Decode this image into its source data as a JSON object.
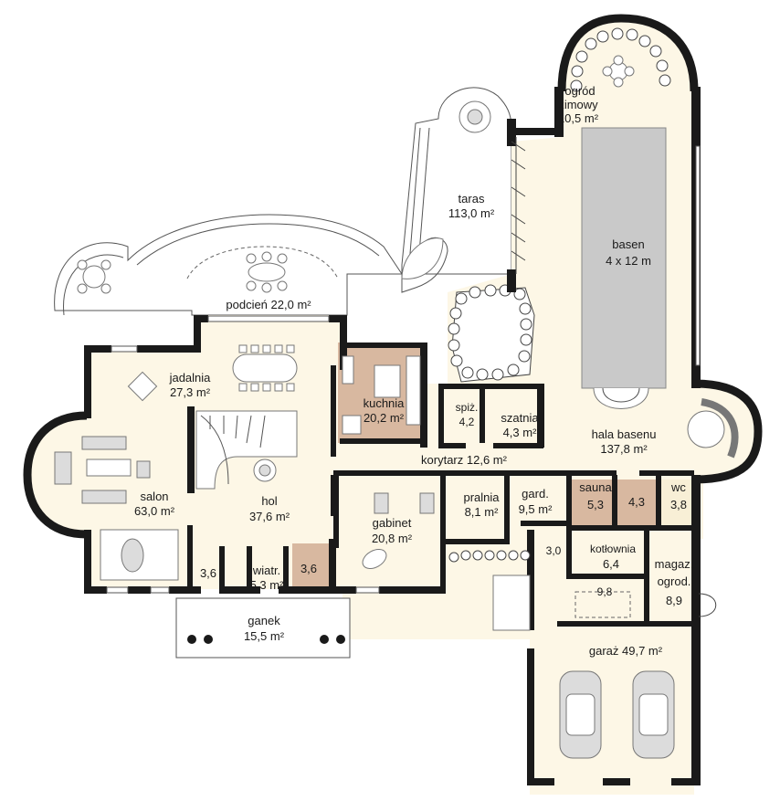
{
  "rooms": {
    "ogrod": {
      "line1": "ogród",
      "line2": "zimowy",
      "area": "10,5 m²"
    },
    "taras": {
      "name": "taras",
      "area": "113,0 m²"
    },
    "basen": {
      "name": "basen",
      "dims": "4 x 12 m"
    },
    "podcien": {
      "label": "podcień 22,0 m²"
    },
    "jadalnia": {
      "name": "jadalnia",
      "area": "27,3 m²"
    },
    "kuchnia": {
      "name": "kuchnia",
      "area": "20,2 m²"
    },
    "spiz": {
      "name": "spiż.",
      "area": "4,2"
    },
    "szatnia": {
      "name": "szatnia",
      "area": "4,3 m²"
    },
    "hala": {
      "name": "hala basenu",
      "area": "137,8 m²"
    },
    "korytarz": {
      "label": "korytarz 12,6 m²"
    },
    "salon": {
      "name": "salon",
      "area": "63,0 m²"
    },
    "hol": {
      "name": "hol",
      "area": "37,6 m²"
    },
    "pralnia": {
      "name": "pralnia",
      "area": "8,1 m²"
    },
    "gard": {
      "name": "gard.",
      "area": "9,5 m²"
    },
    "sauna": {
      "name": "sauna",
      "area": "5,3"
    },
    "shower": {
      "area": "4,3"
    },
    "wc": {
      "name": "wc",
      "area": "3,8"
    },
    "gabinet": {
      "name": "gabinet",
      "area": "20,8 m²"
    },
    "kotlownia": {
      "name": "kotłownia",
      "area": "6,4"
    },
    "magaz": {
      "line1": "magaz.",
      "line2": "ogrod.",
      "area": "8,9"
    },
    "small36a": {
      "area": "3,6"
    },
    "wiatr": {
      "name": "wiatr.",
      "area": "5,3 m²"
    },
    "small36b": {
      "area": "3,6"
    },
    "small30": {
      "area": "3,0"
    },
    "small98": {
      "area": "9,8"
    },
    "ganek": {
      "name": "ganek",
      "area": "15,5 m²"
    },
    "garaz": {
      "label": "garaż 49,7 m²"
    }
  }
}
